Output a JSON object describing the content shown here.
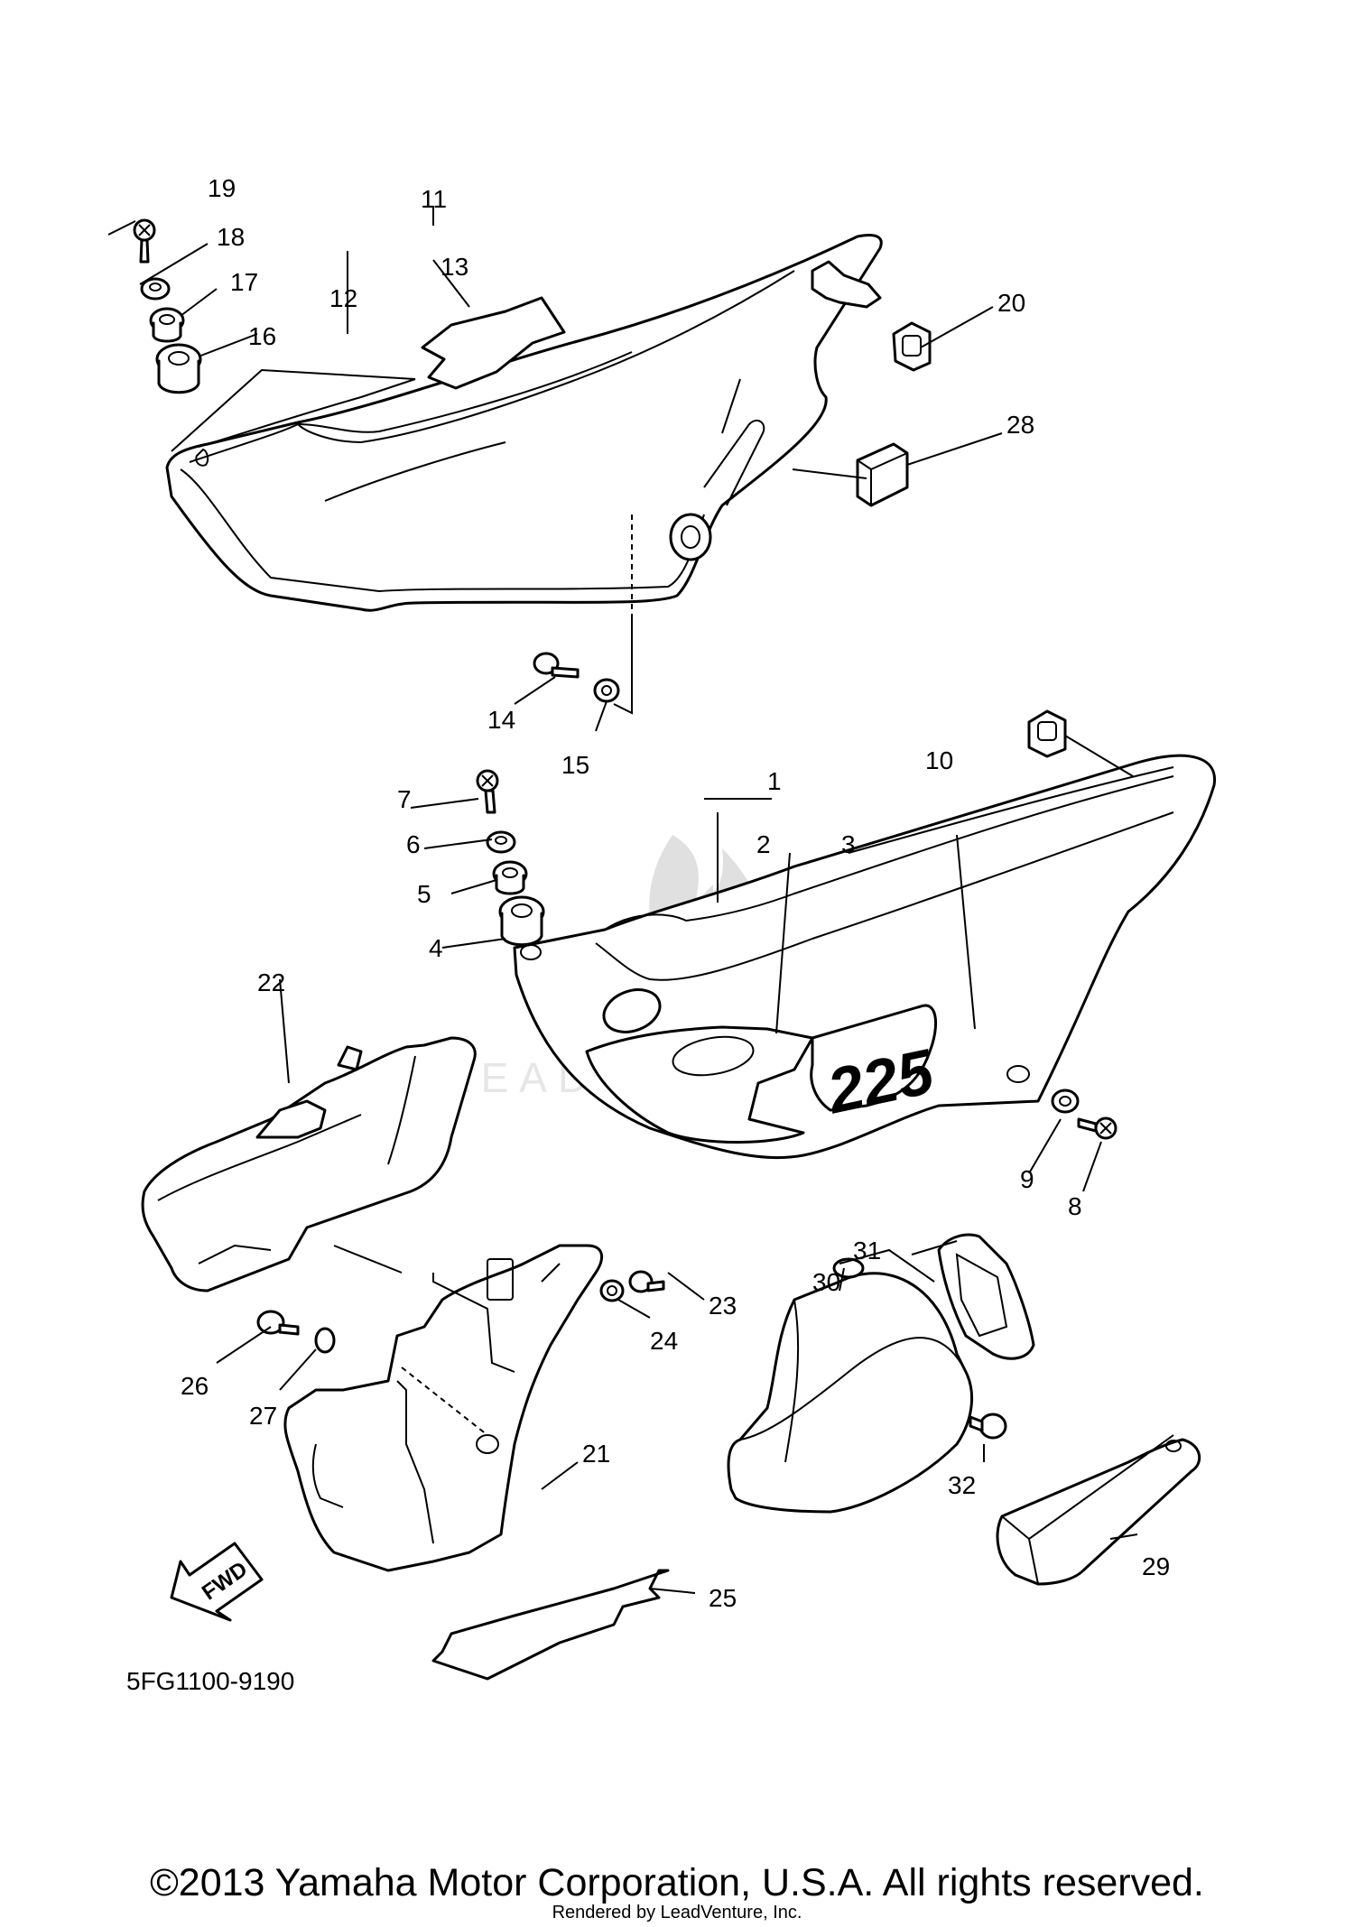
{
  "callouts": {
    "c1": "1",
    "c2": "2",
    "c3": "3",
    "c4": "4",
    "c5": "5",
    "c6": "6",
    "c7": "7",
    "c8": "8",
    "c9": "9",
    "c10": "10",
    "c11": "11",
    "c12": "12",
    "c13": "13",
    "c14": "14",
    "c15": "15",
    "c16": "16",
    "c17": "17",
    "c18": "18",
    "c19": "19",
    "c20": "20",
    "c21": "21",
    "c22": "22",
    "c23": "23",
    "c24": "24",
    "c25": "25",
    "c26": "26",
    "c27": "27",
    "c28": "28",
    "c29": "29",
    "c30": "30",
    "c31": "31",
    "c32": "32"
  },
  "decal_text": "225",
  "fwd_label": "FWD",
  "diagram_code": "5FG1100-9190",
  "watermark": "LEADVENTURE",
  "copyright": "©2013 Yamaha Motor Corporation, U.S.A. All rights reserved.",
  "rendered_by": "Rendered by LeadVenture, Inc."
}
